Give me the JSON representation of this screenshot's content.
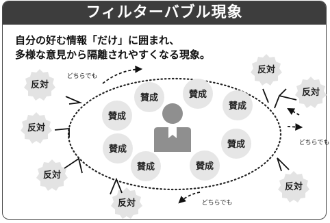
{
  "title": "フィルターバブル現象",
  "description": {
    "line1": "自分の好む情報「だけ」に囲まれ、",
    "line2": "多様な意見から隔離されやすくなる現象。"
  },
  "inside_bubble_label": "賛成",
  "outside_labels": {
    "against": "反対",
    "neutral": "どちらでも"
  },
  "colors": {
    "title_bg": "#3d3d3d",
    "agree_circle": "#e6e6e6",
    "against_badge": "#e3e3e3",
    "person": "#8f8f8f"
  },
  "icons": [
    "person-icon",
    "dotted-bubble",
    "deflect-arrow-icon"
  ]
}
